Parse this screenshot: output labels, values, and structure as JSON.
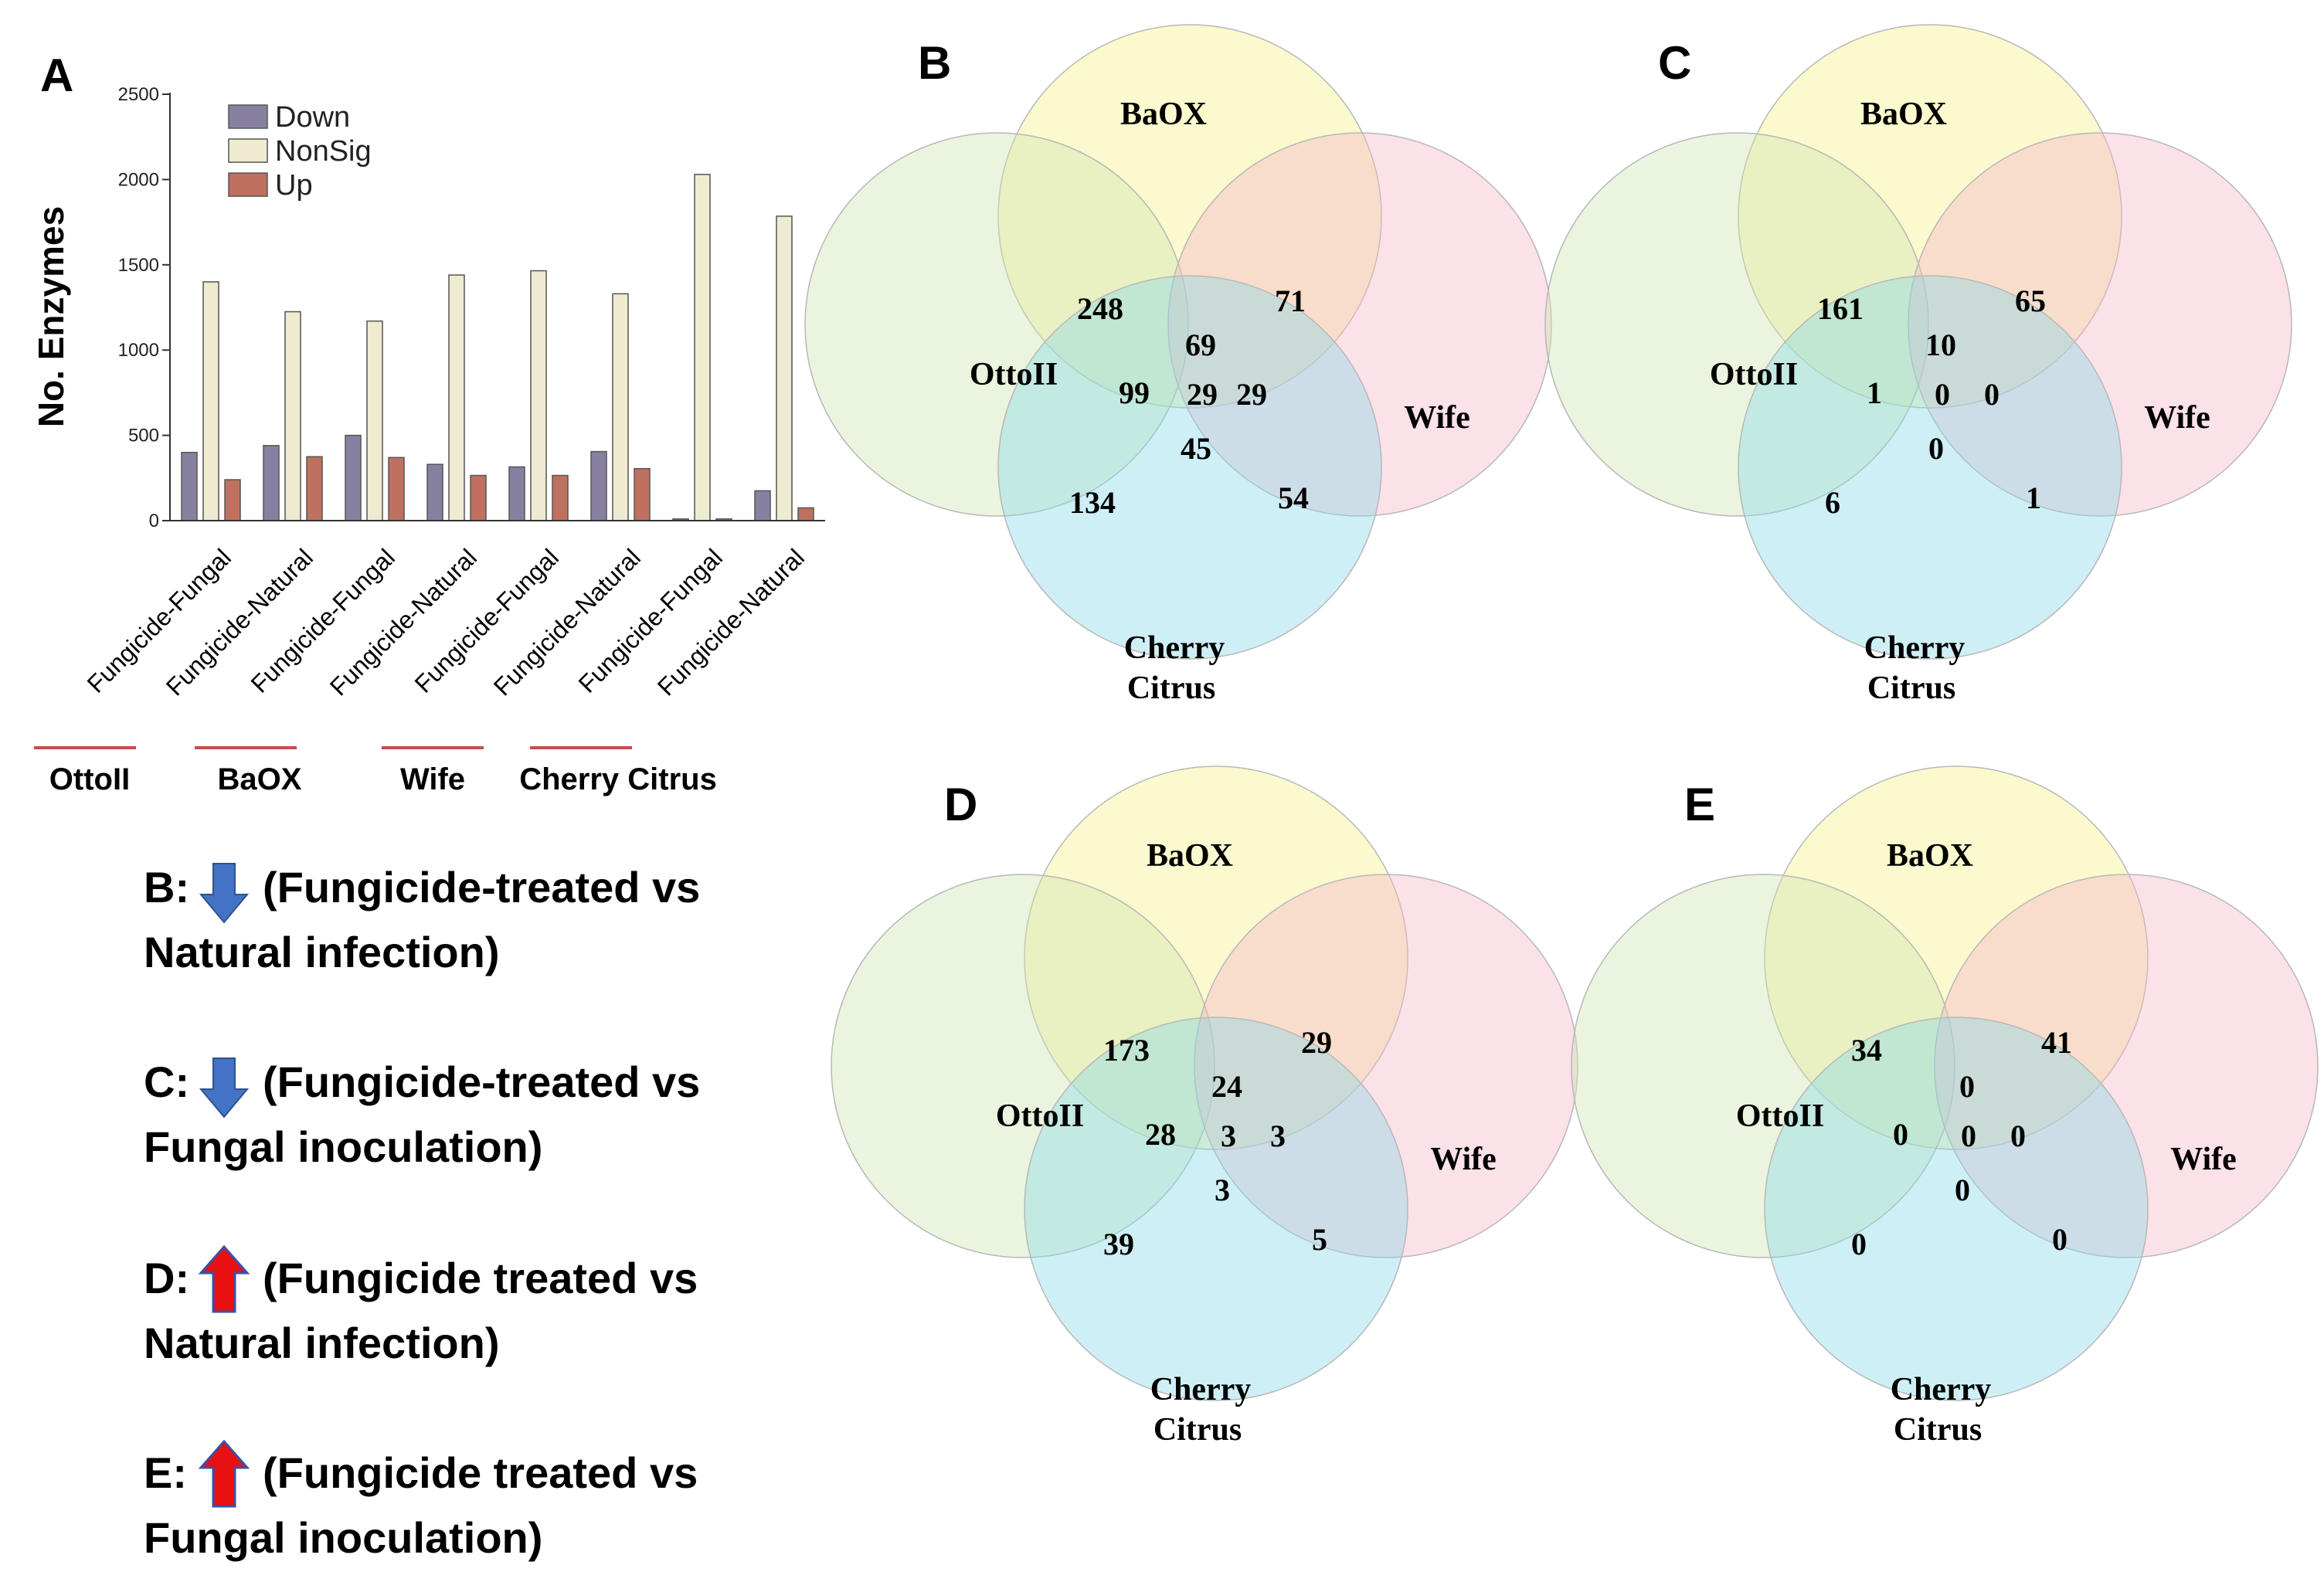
{
  "panels": {
    "A": "A",
    "B": "B",
    "C": "C",
    "D": "D",
    "E": "E"
  },
  "chart_data": {
    "type": "bar",
    "ylabel": "No. Enzymes",
    "xlabel": "",
    "ylim": [
      0,
      2500
    ],
    "yticks": [
      0,
      500,
      1000,
      1500,
      2000,
      2500
    ],
    "categories": [
      "Fungicide-Fungal",
      "Fungicide-Natural",
      "Fungicide-Fungal",
      "Fungicide-Natural",
      "Fungicide-Fungal",
      "Fungicide-Natural",
      "Fungicide-Fungal",
      "Fungicide-Natural"
    ],
    "groups": [
      "OttoII",
      "BaOX",
      "Wife",
      "Cherry Citrus"
    ],
    "series": [
      {
        "name": "Down",
        "color": "#8880a0",
        "values": [
          400,
          440,
          500,
          330,
          315,
          405,
          10,
          175
        ]
      },
      {
        "name": "NonSig",
        "color": "#eeebd0",
        "values": [
          1400,
          1225,
          1170,
          1440,
          1465,
          1330,
          2030,
          1785
        ]
      },
      {
        "name": "Up",
        "color": "#c0705e",
        "values": [
          240,
          375,
          370,
          265,
          265,
          305,
          10,
          75
        ]
      }
    ],
    "legend": "top-left",
    "grid": false
  },
  "captions": [
    {
      "prefix": "B:",
      "arrow": "down",
      "line1": "(Fungicide-treated vs",
      "line2": "Natural infection)"
    },
    {
      "prefix": "C:",
      "arrow": "down",
      "line1": "(Fungicide-treated vs",
      "line2": "Fungal inoculation)"
    },
    {
      "prefix": "D:",
      "arrow": "up",
      "line1": "(Fungicide treated vs",
      "line2": "Natural infection)"
    },
    {
      "prefix": "E:",
      "arrow": "up",
      "line1": "(Fungicide treated vs",
      "line2": "Fungal inoculation)"
    }
  ],
  "venn_sets": {
    "baox": {
      "label": "BaOX",
      "color": "#f5f08a"
    },
    "otto": {
      "label": "OttoII",
      "color": "#cfe5b0"
    },
    "wife": {
      "label": "Wife",
      "color": "#f6b8c8"
    },
    "cherry": {
      "label": "Cherry",
      "label2": "Citrus",
      "color": "#8ad8e6"
    }
  },
  "venns": [
    {
      "panel": "B",
      "values": {
        "bo": "248",
        "bw": "71",
        "bow": "69",
        "oc": "99",
        "center": "29",
        "wc": "29",
        "ocw": "45",
        "o_c": "134",
        "w_c": "54"
      }
    },
    {
      "panel": "C",
      "values": {
        "bo": "161",
        "bw": "65",
        "bow": "10",
        "oc": "1",
        "center": "0",
        "wc": "0",
        "ocw": "0",
        "o_c": "6",
        "w_c": "1"
      }
    },
    {
      "panel": "D",
      "values": {
        "bo": "173",
        "bw": "29",
        "bow": "24",
        "oc": "28",
        "center": "3",
        "wc": "3",
        "ocw": "3",
        "o_c": "39",
        "w_c": "5"
      }
    },
    {
      "panel": "E",
      "values": {
        "bo": "34",
        "bw": "41",
        "bow": "0",
        "oc": "0",
        "center": "0",
        "wc": "0",
        "ocw": "0",
        "o_c": "0",
        "w_c": "0"
      }
    }
  ]
}
